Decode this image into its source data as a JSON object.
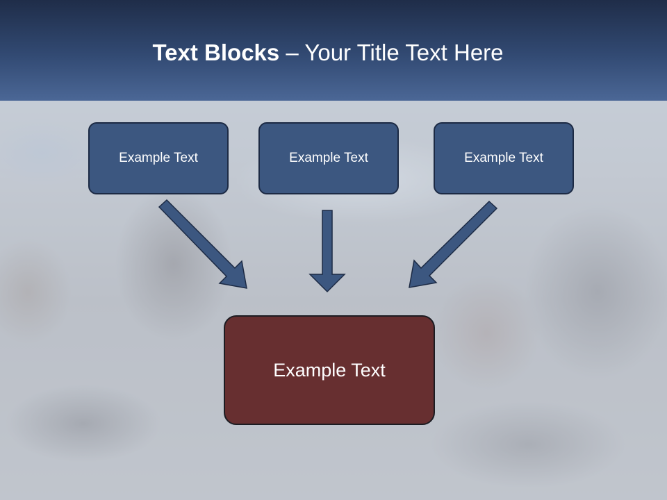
{
  "slide": {
    "title_bold": "Text Blocks",
    "title_rest": " – Your Title Text Here",
    "boxes": [
      {
        "label": "Example Text"
      },
      {
        "label": "Example Text"
      },
      {
        "label": "Example Text"
      }
    ],
    "center_box": {
      "label": "Example Text"
    },
    "colors": {
      "header": "#324a73",
      "box_fill": "#3c5780",
      "center_fill": "#672f30",
      "arrow": "#3c5780"
    }
  }
}
